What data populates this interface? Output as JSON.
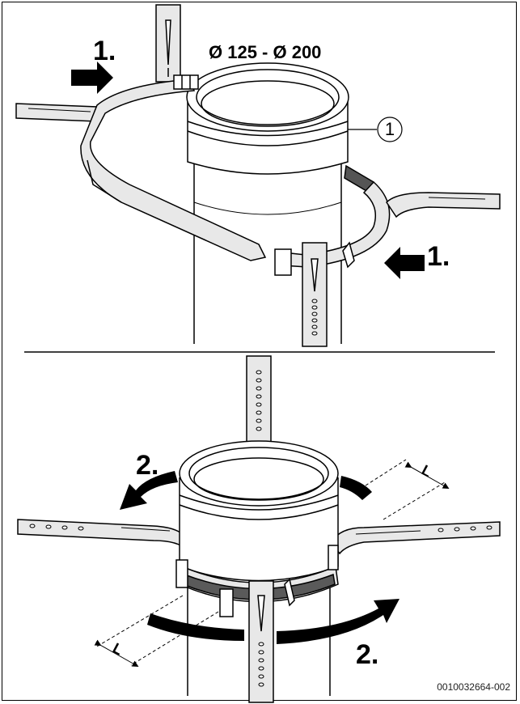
{
  "diagram": {
    "dimension_label": "Ø 125 - Ø 200",
    "callout_label": "1",
    "step_labels": {
      "step1_top_left": "1.",
      "step1_right": "1.",
      "step2_left": "2.",
      "step2_right": "2."
    },
    "distance_label": "L",
    "figure_code": "0010032664-002"
  },
  "colors": {
    "stroke": "#000000",
    "light_fill": "#e8e8e8",
    "mid_fill": "#bdbdbd",
    "dark_fill": "#5a5a5a",
    "background": "#ffffff"
  }
}
